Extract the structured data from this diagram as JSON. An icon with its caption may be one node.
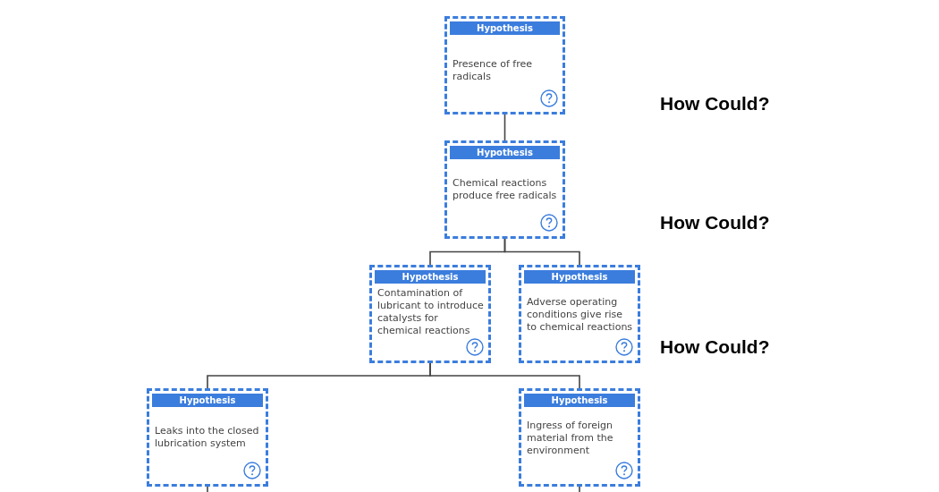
{
  "diagram": {
    "nodes": [
      {
        "text": [
          "Hypothesis",
          "Presence of free radicals"
        ]
      },
      {
        "text": [
          "Hypothesis",
          "Chemical reactions produce free radicals"
        ]
      },
      {
        "text": [
          "Hypothesis",
          "Contamination of lubricant to introduce catalysts for chemical reactions"
        ]
      },
      {
        "text": [
          "Hypothesis",
          "Adverse operating conditions give rise to chemical reactions"
        ]
      },
      {
        "text": [
          "Hypothesis",
          "Leaks into the closed lubrication system"
        ]
      },
      {
        "text": [
          "Hypothesis",
          "Ingress of foreign material from the environment"
        ]
      }
    ],
    "edges": [
      {
        "from": 0,
        "to": 1,
        "arrow": "none"
      },
      {
        "from": 1,
        "to": 2,
        "arrow": "none"
      },
      {
        "from": 1,
        "to": 3,
        "arrow": "none"
      },
      {
        "from": 2,
        "to": 4,
        "arrow": "none"
      },
      {
        "from": 2,
        "to": 5,
        "arrow": "none"
      },
      {
        "from": 4,
        "to": null,
        "arrow": "none"
      },
      {
        "from": 5,
        "to": null,
        "arrow": "none"
      }
    ],
    "labels": [
      "How Could?",
      "How Could?",
      "How Could?"
    ]
  }
}
